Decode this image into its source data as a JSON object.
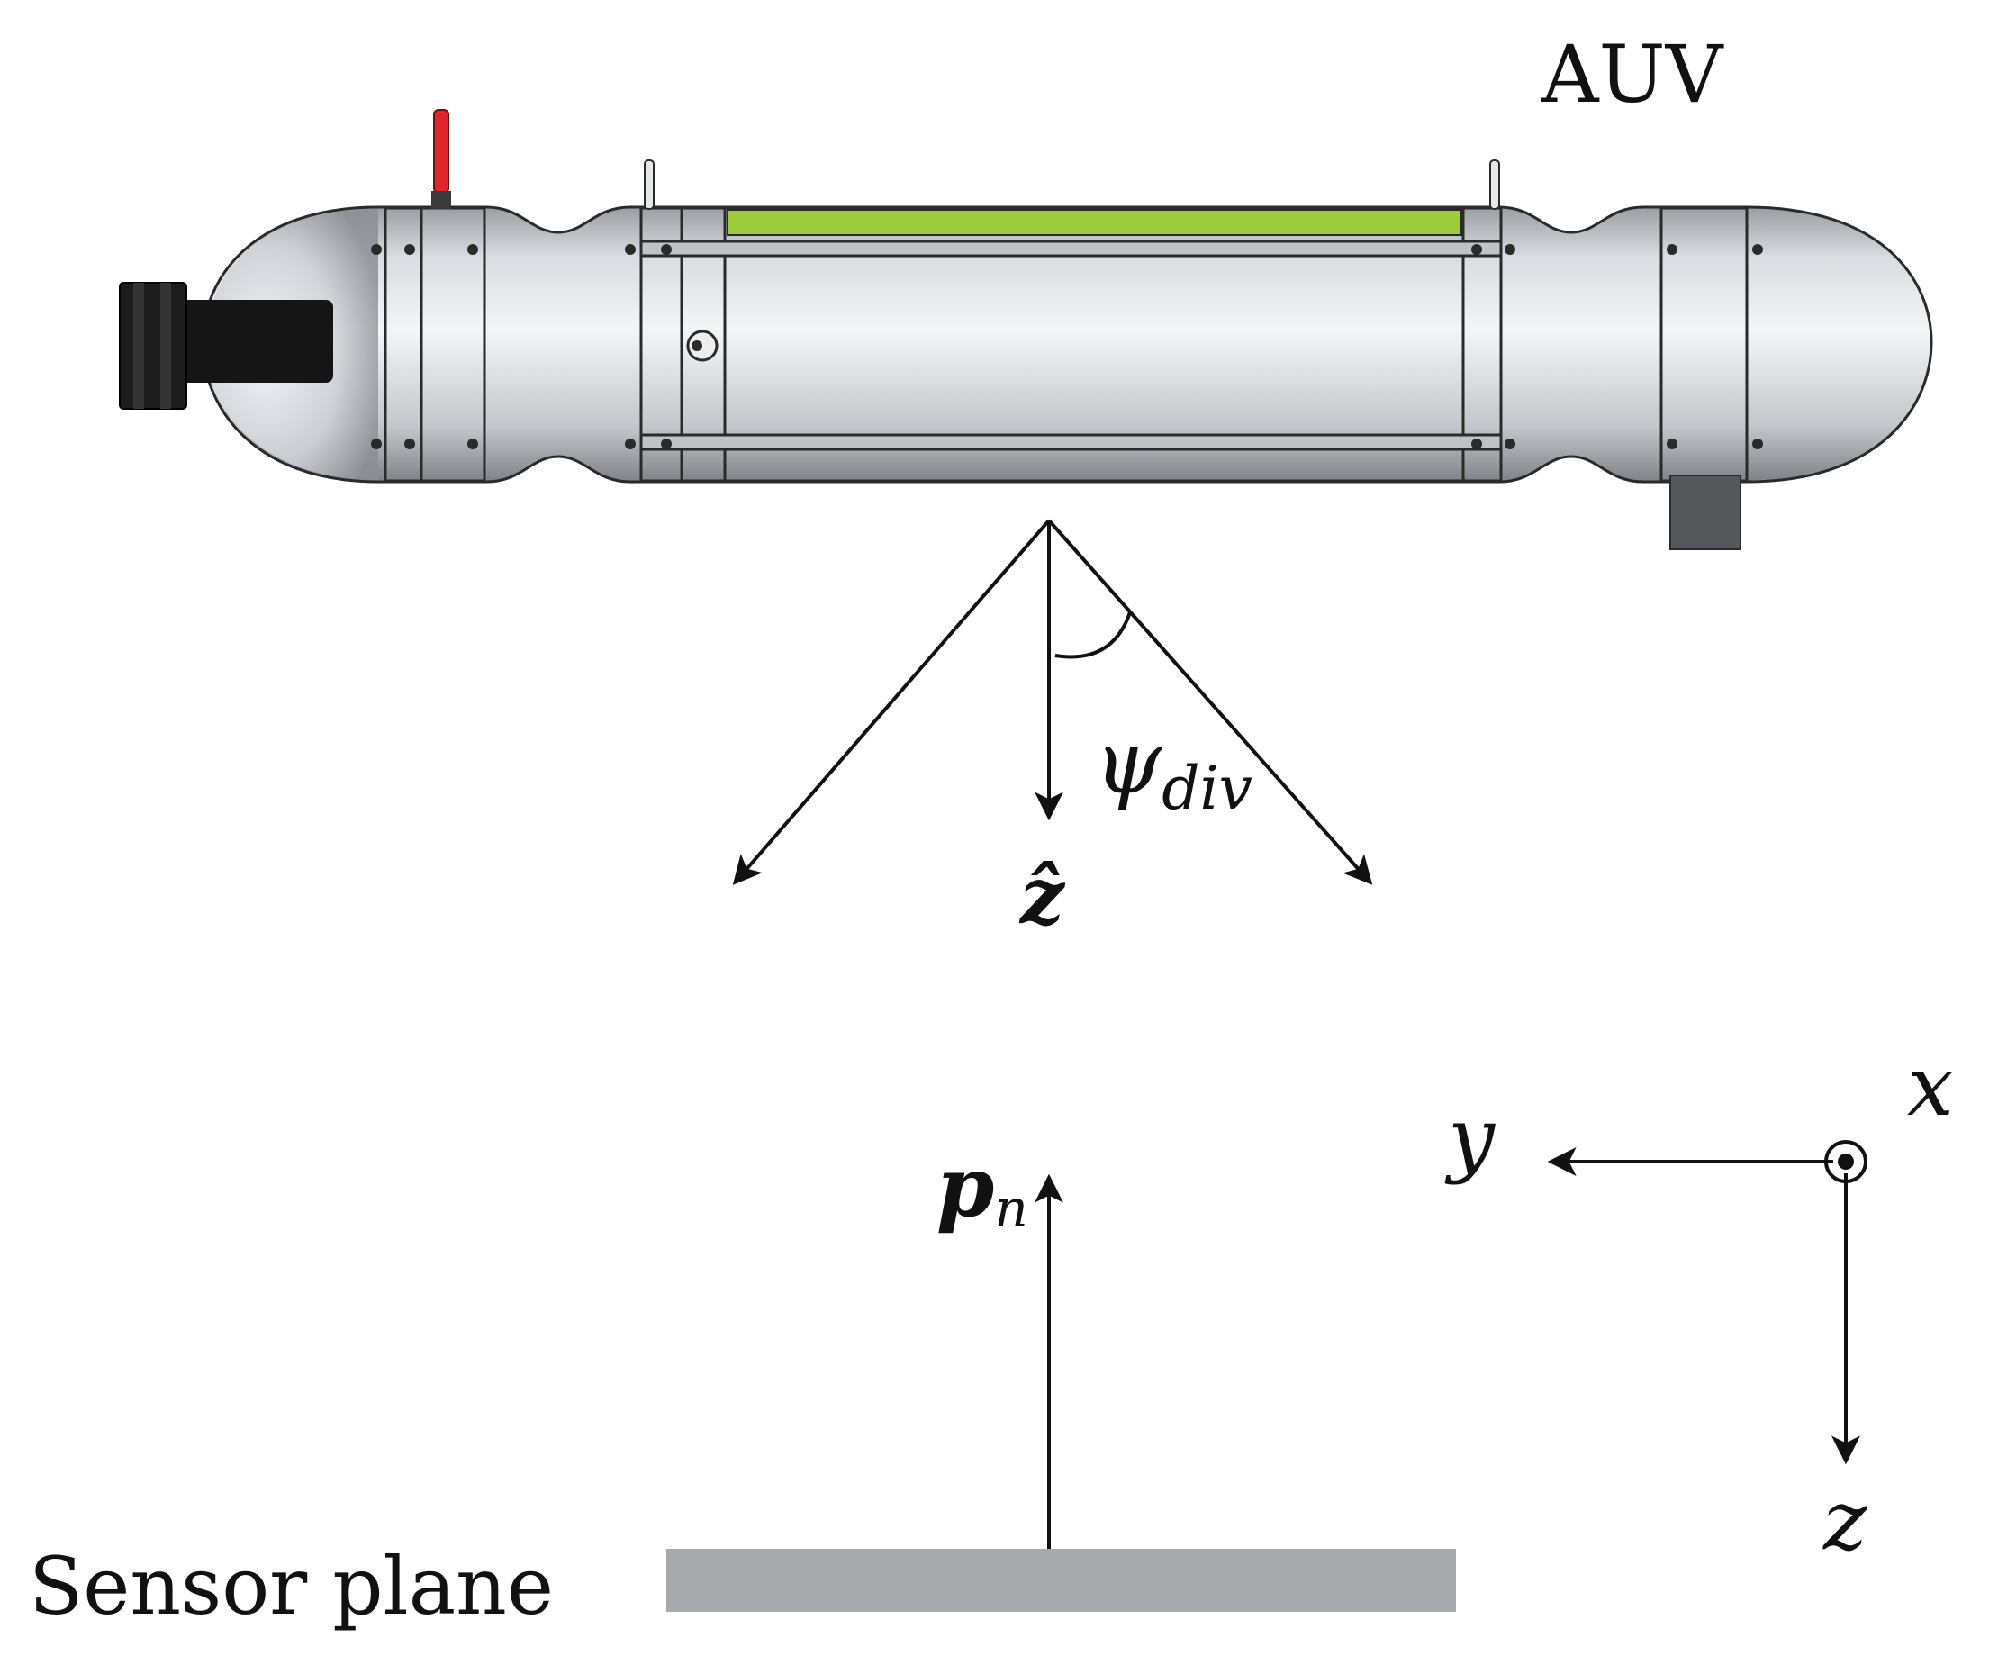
{
  "auv_label": "AUV",
  "beam": {
    "axis_label": "ẑ",
    "angle_symbol": "ψ",
    "angle_subscript": "div"
  },
  "normal": {
    "symbol": "p",
    "subscript": "n"
  },
  "sensor_plane_label": "Sensor plane",
  "frame": {
    "x_label": "x",
    "y_label": "y",
    "z_label": "z"
  },
  "colors": {
    "hull": "#c9ccd0",
    "hull_dark": "#8e9297",
    "stripe": "#9ccc3c",
    "antenna": "#e0262b",
    "sensor_plane": "#a7a9ac",
    "ink": "#111111"
  }
}
